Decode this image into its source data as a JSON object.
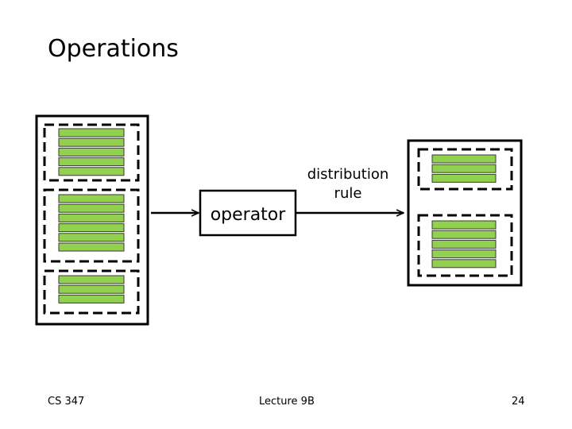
{
  "slide": {
    "title": "Operations",
    "footer_left": "CS 347",
    "footer_center": "Lecture 9B",
    "footer_right": "24"
  },
  "diagram": {
    "operator_label": "operator",
    "rule_label_line1": "distribution",
    "rule_label_line2": "rule",
    "input_partitions_record_counts": [
      5,
      6,
      3
    ],
    "output_partitions_record_counts": [
      3,
      5
    ]
  },
  "colors": {
    "record_fill": "#92d050",
    "record_stroke": "#3a3a3a",
    "line": "#000000"
  }
}
